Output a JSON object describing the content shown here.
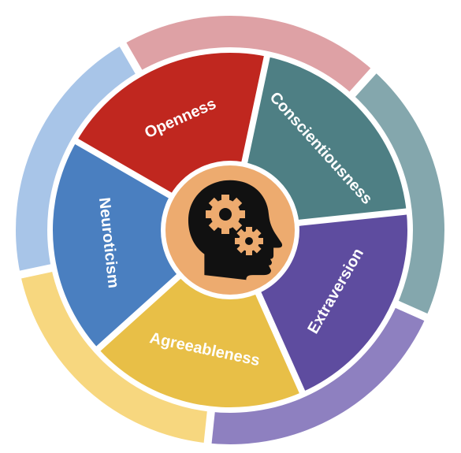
{
  "diagram": {
    "segments": [
      {
        "id": "openness",
        "label": "Openness",
        "color": "#C0271F",
        "outer_color": "#DEA1A5"
      },
      {
        "id": "conscientiousness",
        "label": "Conscientiousness",
        "color": "#4E7F84",
        "outer_color": "#84A7AD"
      },
      {
        "id": "extraversion",
        "label": "Extraversion",
        "color": "#5E4C9F",
        "outer_color": "#8E80C0"
      },
      {
        "id": "agreeableness",
        "label": "Agreeableness",
        "color": "#E8BF47",
        "outer_color": "#F7D77F"
      },
      {
        "id": "neuroticism",
        "label": "Neuroticism",
        "color": "#4A7FC0",
        "outer_color": "#A8C5E8"
      }
    ],
    "center": {
      "color": "#EDAB6F",
      "icon": "head-with-gears-icon",
      "icon_color": "#111111"
    }
  }
}
